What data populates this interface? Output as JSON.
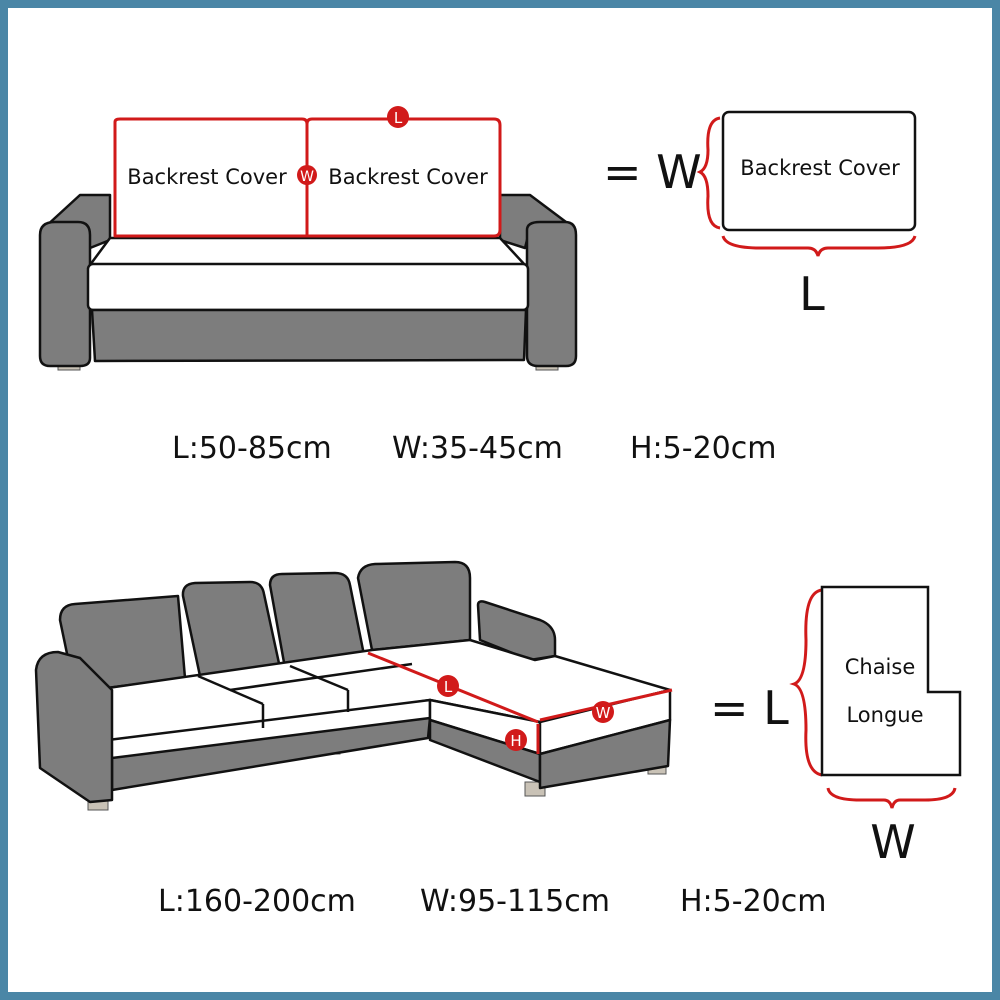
{
  "colors": {
    "frame": "#4a86a6",
    "accent_red": "#d11a1a",
    "sofa_gray": "#7d7d7d"
  },
  "top": {
    "cover_label_left": "Backrest Cover",
    "cover_label_right": "Backrest Cover",
    "marker_length": "L",
    "marker_width": "W",
    "equals_label": "= W",
    "detail_label": "Backrest Cover",
    "detail_bottom_label": "L",
    "dims": [
      "L:50-85cm",
      "W:35-45cm",
      "H:5-20cm"
    ]
  },
  "bottom": {
    "marker_length": "L",
    "marker_width": "W",
    "marker_height": "H",
    "equals_label": "= L",
    "detail_label_line1": "Chaise",
    "detail_label_line2": "Longue",
    "detail_bottom_label": "W",
    "dims": [
      "L:160-200cm",
      "W:95-115cm",
      "H:5-20cm"
    ]
  }
}
